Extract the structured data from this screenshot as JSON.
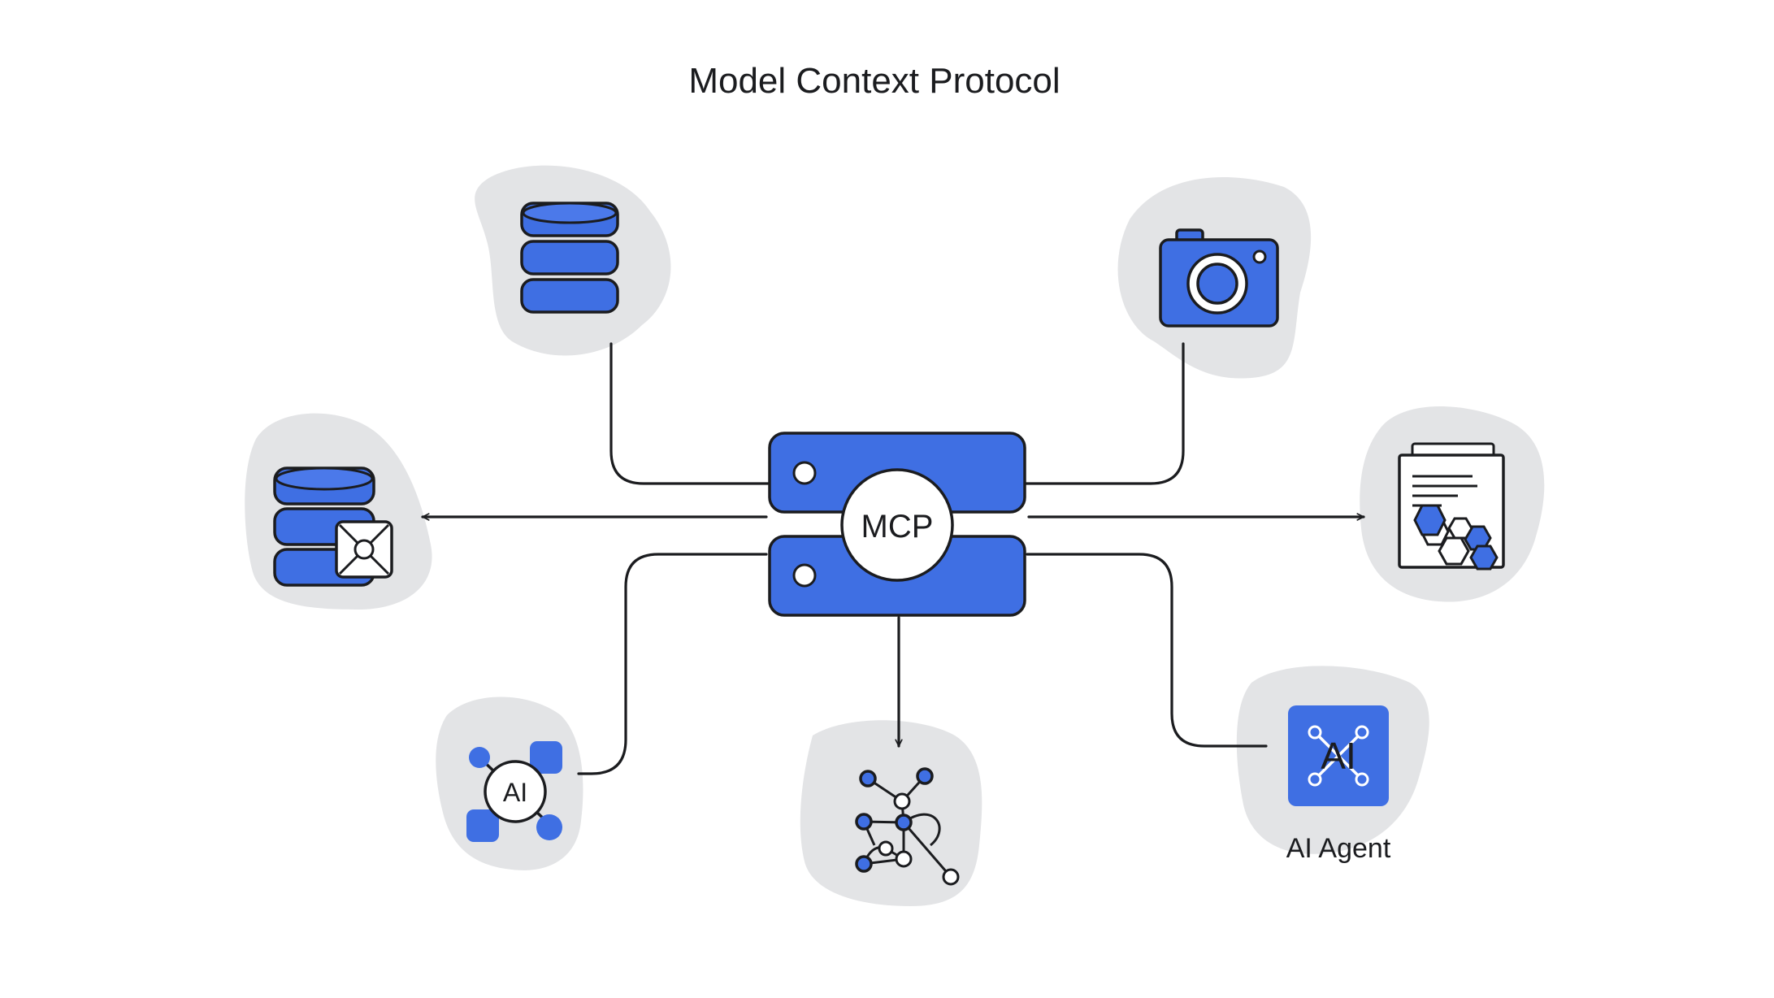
{
  "diagram": {
    "title": "Model Context Protocol",
    "hub_label": "MCP",
    "ai_node_label": "AI",
    "ai_agent_icon_label": "AI",
    "ai_agent_label": "AI Agent"
  },
  "colors": {
    "accent_blue": "#3f6fe3",
    "blob_gray": "#e3e4e6",
    "line": "#1b1c1f"
  },
  "icons": {
    "database": "database-icon",
    "secure_database": "database-lock-icon",
    "camera": "camera-icon",
    "document": "document-hexagon-icon",
    "ai_network": "ai-network-icon",
    "graph": "network-graph-icon",
    "ai_agent": "ai-agent-icon"
  }
}
